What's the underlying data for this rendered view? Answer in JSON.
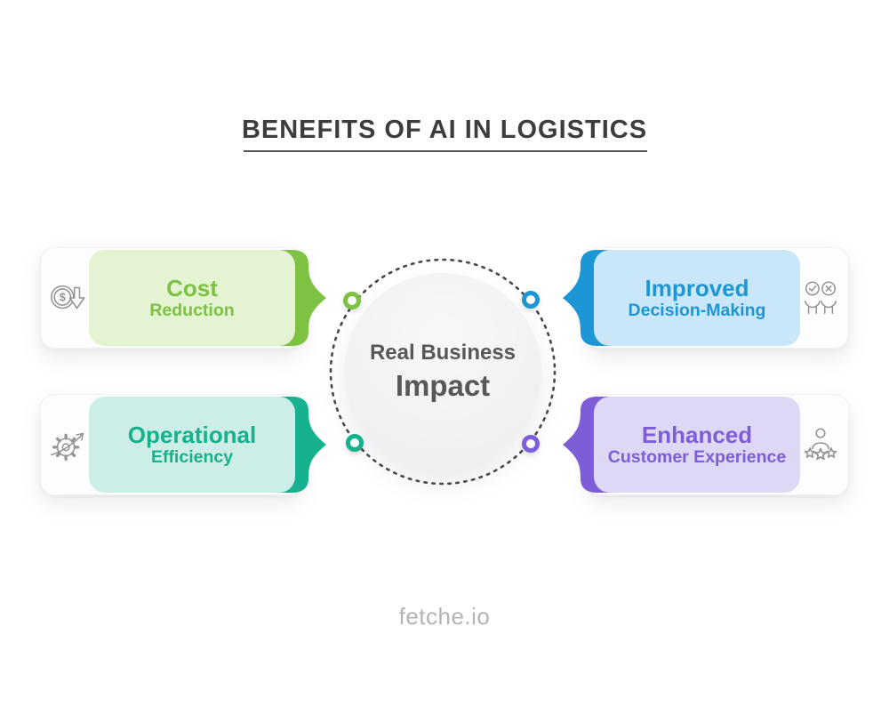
{
  "title": "BENEFITS OF AI IN LOGISTICS",
  "center": {
    "line1": "Real Business",
    "line2": "Impact"
  },
  "cards": [
    {
      "heading": "Cost",
      "subheading": "Reduction",
      "accent": "#7dc242",
      "fill": "#e4f3d2",
      "icon": "dollar-coin-down-arrow"
    },
    {
      "heading": "Improved",
      "subheading": "Decision-Making",
      "accent": "#1d96d5",
      "fill": "#c9e7f8",
      "icon": "hands-check-cross"
    },
    {
      "heading": "Operational",
      "subheading": "Efficiency",
      "accent": "#16b28d",
      "fill": "#cdeee6",
      "icon": "gear-growth-arrow"
    },
    {
      "heading": "Enhanced",
      "subheading": "Customer Experience",
      "accent": "#7d5ed8",
      "fill": "#ded8f4",
      "icon": "person-rating-stars"
    }
  ],
  "footer": {
    "brand": "fetche.io"
  }
}
